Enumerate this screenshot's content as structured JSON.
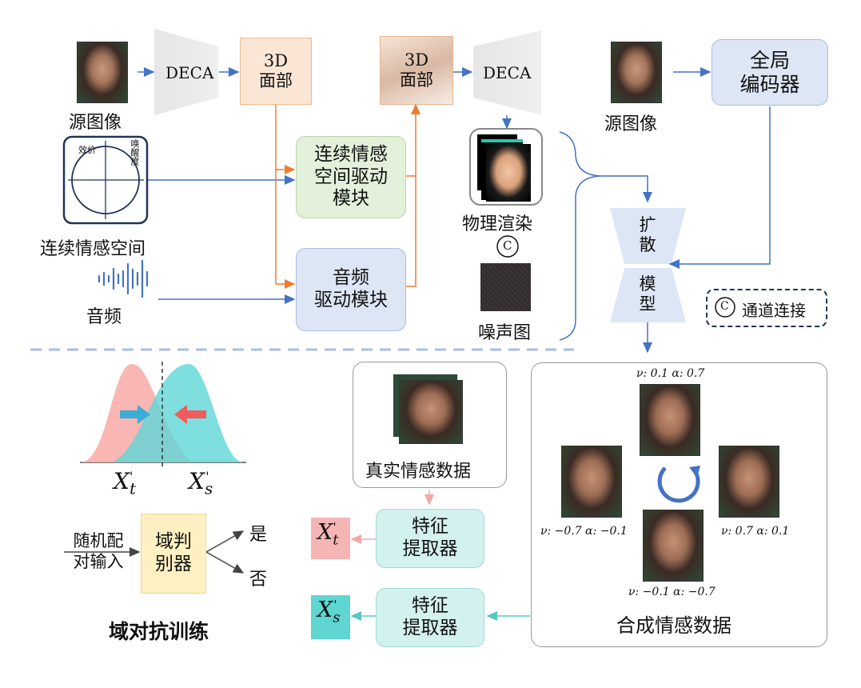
{
  "top": {
    "source_image_label": "源图像",
    "deca_1": "DECA",
    "face3d_1": "3D\n面部",
    "face3d_2": "3D\n面部",
    "deca_2": "DECA",
    "emotion_space_label": "连续情感空间",
    "valence_axis": "效价",
    "arousal_axis": "唤醒度",
    "emotion_module": "连续情感\n空间驱动\n模块",
    "audio_label": "音频",
    "audio_module": "音频\n驱动模块",
    "physical_render_label": "物理渲染",
    "concat_symbol": "C",
    "noise_label": "噪声图",
    "source_image_label_2": "源图像",
    "global_encoder": "全局\n编码器",
    "diffusion_model_top": "扩\n散",
    "diffusion_model_bottom": "模\n型",
    "legend_concat_symbol": "C",
    "legend_concat_text": "通道连接"
  },
  "bottom": {
    "real_data_label": "真实情感数据",
    "feature_extractor_1": "特征\n提取器",
    "feature_extractor_2": "特征\n提取器",
    "xt_label": "X",
    "xt_sub": "t",
    "xt_prime": "'",
    "xs_label": "X",
    "xs_sub": "s",
    "xs_prime": "'",
    "dist_xt": "X",
    "dist_xt_sub": "t",
    "dist_xs": "X",
    "dist_xs_sub": "s",
    "random_pair": "随机配\n对输入",
    "discriminator": "域判\n别器",
    "yes": "是",
    "no": "否",
    "domain_adv": "域对抗训练",
    "synth_data_label": "合成情感数据",
    "face_top_caption": "ν: 0.1  α: 0.7",
    "face_left_caption": "ν: −0.7  α: −0.1",
    "face_right_caption": "ν: 0.7  α: 0.1",
    "face_bottom_caption": "ν: −0.1  α: −0.7"
  },
  "colors": {
    "blue_arrow": "#4472c4",
    "orange_arrow": "#ed7d31",
    "pink_arrow": "#f4a6a6",
    "cyan_arrow": "#56c7c4",
    "dashed_separator": "#a9bde3",
    "pink_dist": "#f8a9a6",
    "cyan_dist": "#5fd6d6",
    "xt_box": "#f6b5b5",
    "xs_box": "#5fd6d1"
  },
  "icons": [
    "face-photo",
    "audio-wave-icon",
    "emotion-circle-icon",
    "noise-image",
    "rotate-arrow-icon",
    "concat-icon"
  ]
}
